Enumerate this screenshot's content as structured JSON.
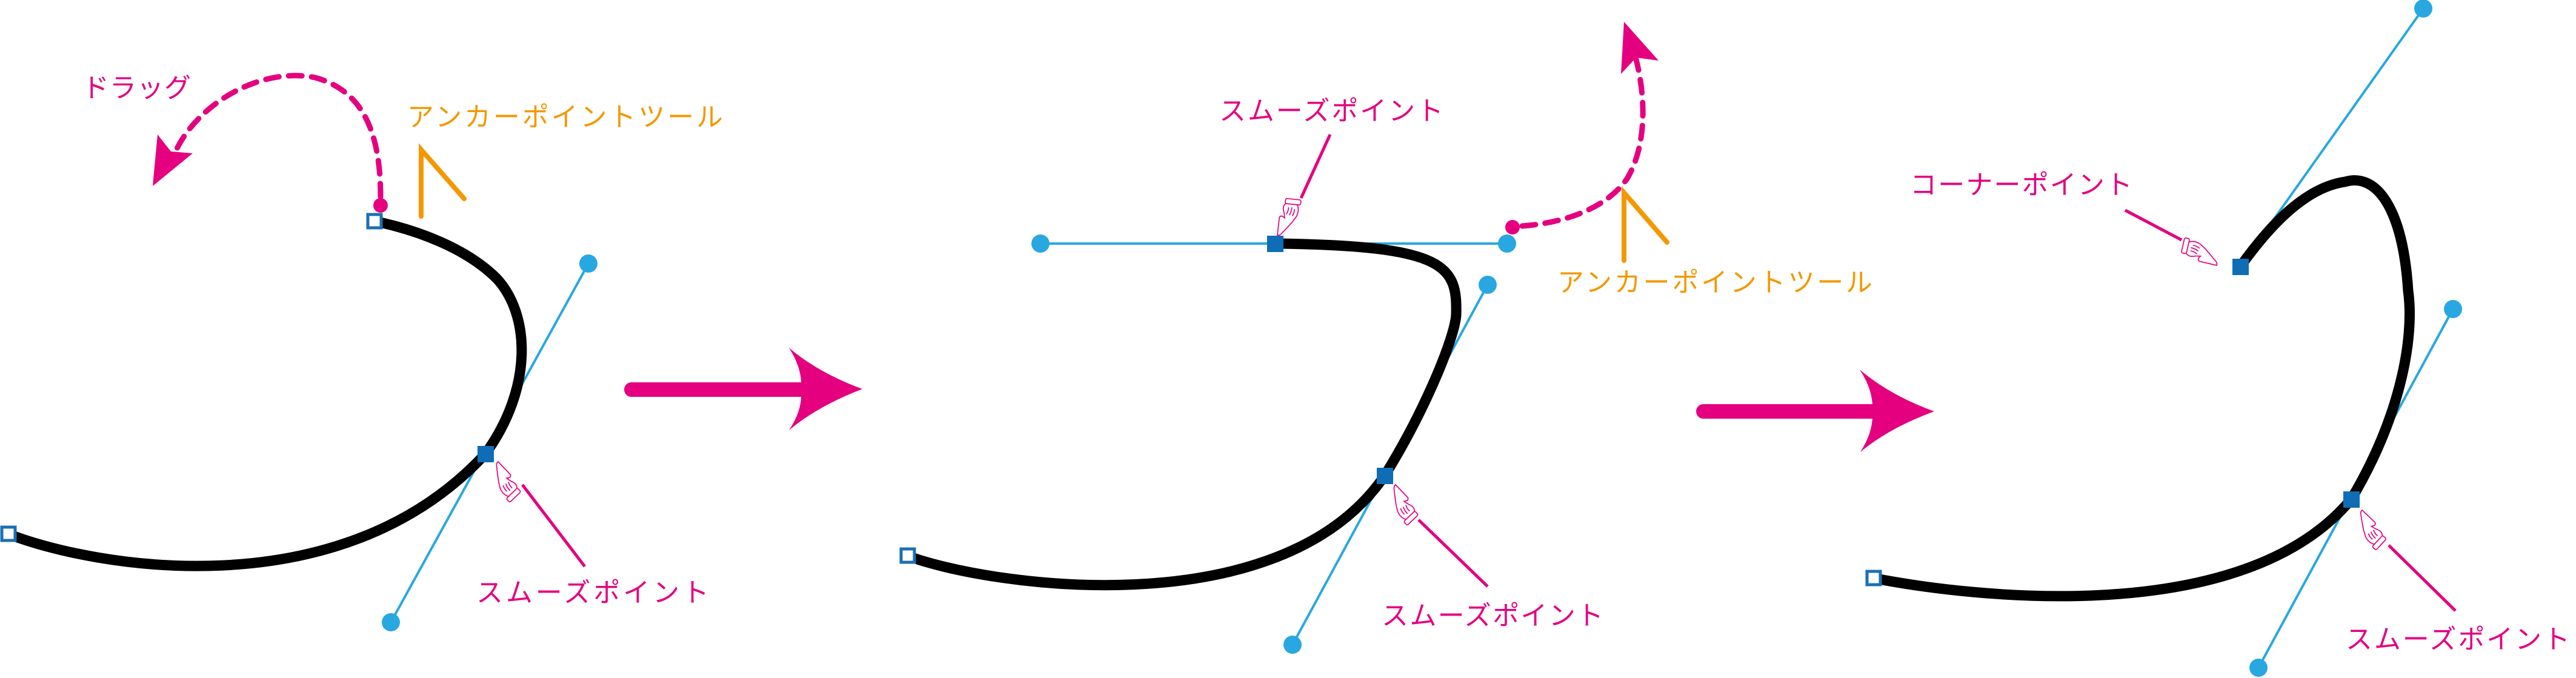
{
  "colors": {
    "magenta": "#e4007f",
    "orange": "#f39800",
    "handle_blue": "#29a7e1",
    "anchor_blue": "#0f6db5",
    "path_black": "#000000"
  },
  "panels": [
    {
      "id": "before",
      "drag_label": "ドラッグ",
      "tool_label": "アンカーポイントツール",
      "tool_icon": "anchor-point-tool-icon",
      "smooth_label": "スムーズポイント",
      "pointer_icon": "pointing-hand-icon"
    },
    {
      "id": "during",
      "smooth_label_top": "スムーズポイント",
      "tool_label": "アンカーポイントツール",
      "tool_icon": "anchor-point-tool-icon",
      "smooth_label_bottom": "スムーズポイント",
      "pointer_icon": "pointing-hand-icon"
    },
    {
      "id": "after",
      "corner_label": "コーナーポイント",
      "smooth_label": "スムーズポイント",
      "pointer_icon": "pointing-hand-icon"
    }
  ],
  "step_arrows": [
    {
      "icon": "right-arrow-icon"
    },
    {
      "icon": "right-arrow-icon"
    }
  ]
}
